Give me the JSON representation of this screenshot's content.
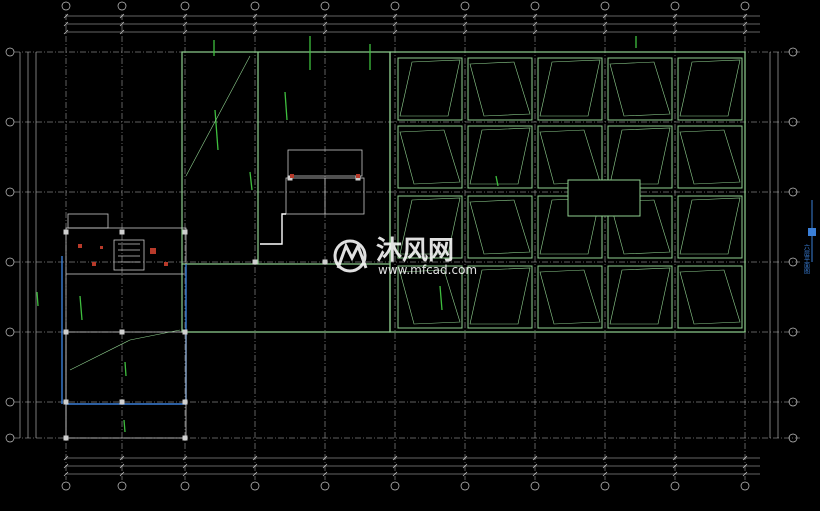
{
  "drawing": {
    "colors": {
      "background": "#000000",
      "grid_line": "#c8c8c8",
      "wall": "#8fd08f",
      "annotation": "#3fbf3f",
      "glass": "#3a7fd8",
      "room_fill": "#1a1a1a",
      "watermark": "#ffffff"
    },
    "side_label": "六层平面图"
  },
  "watermark": {
    "brand": "沐风网",
    "url": "www.mfcad.com",
    "logo_icon": "mf-logo-icon"
  }
}
